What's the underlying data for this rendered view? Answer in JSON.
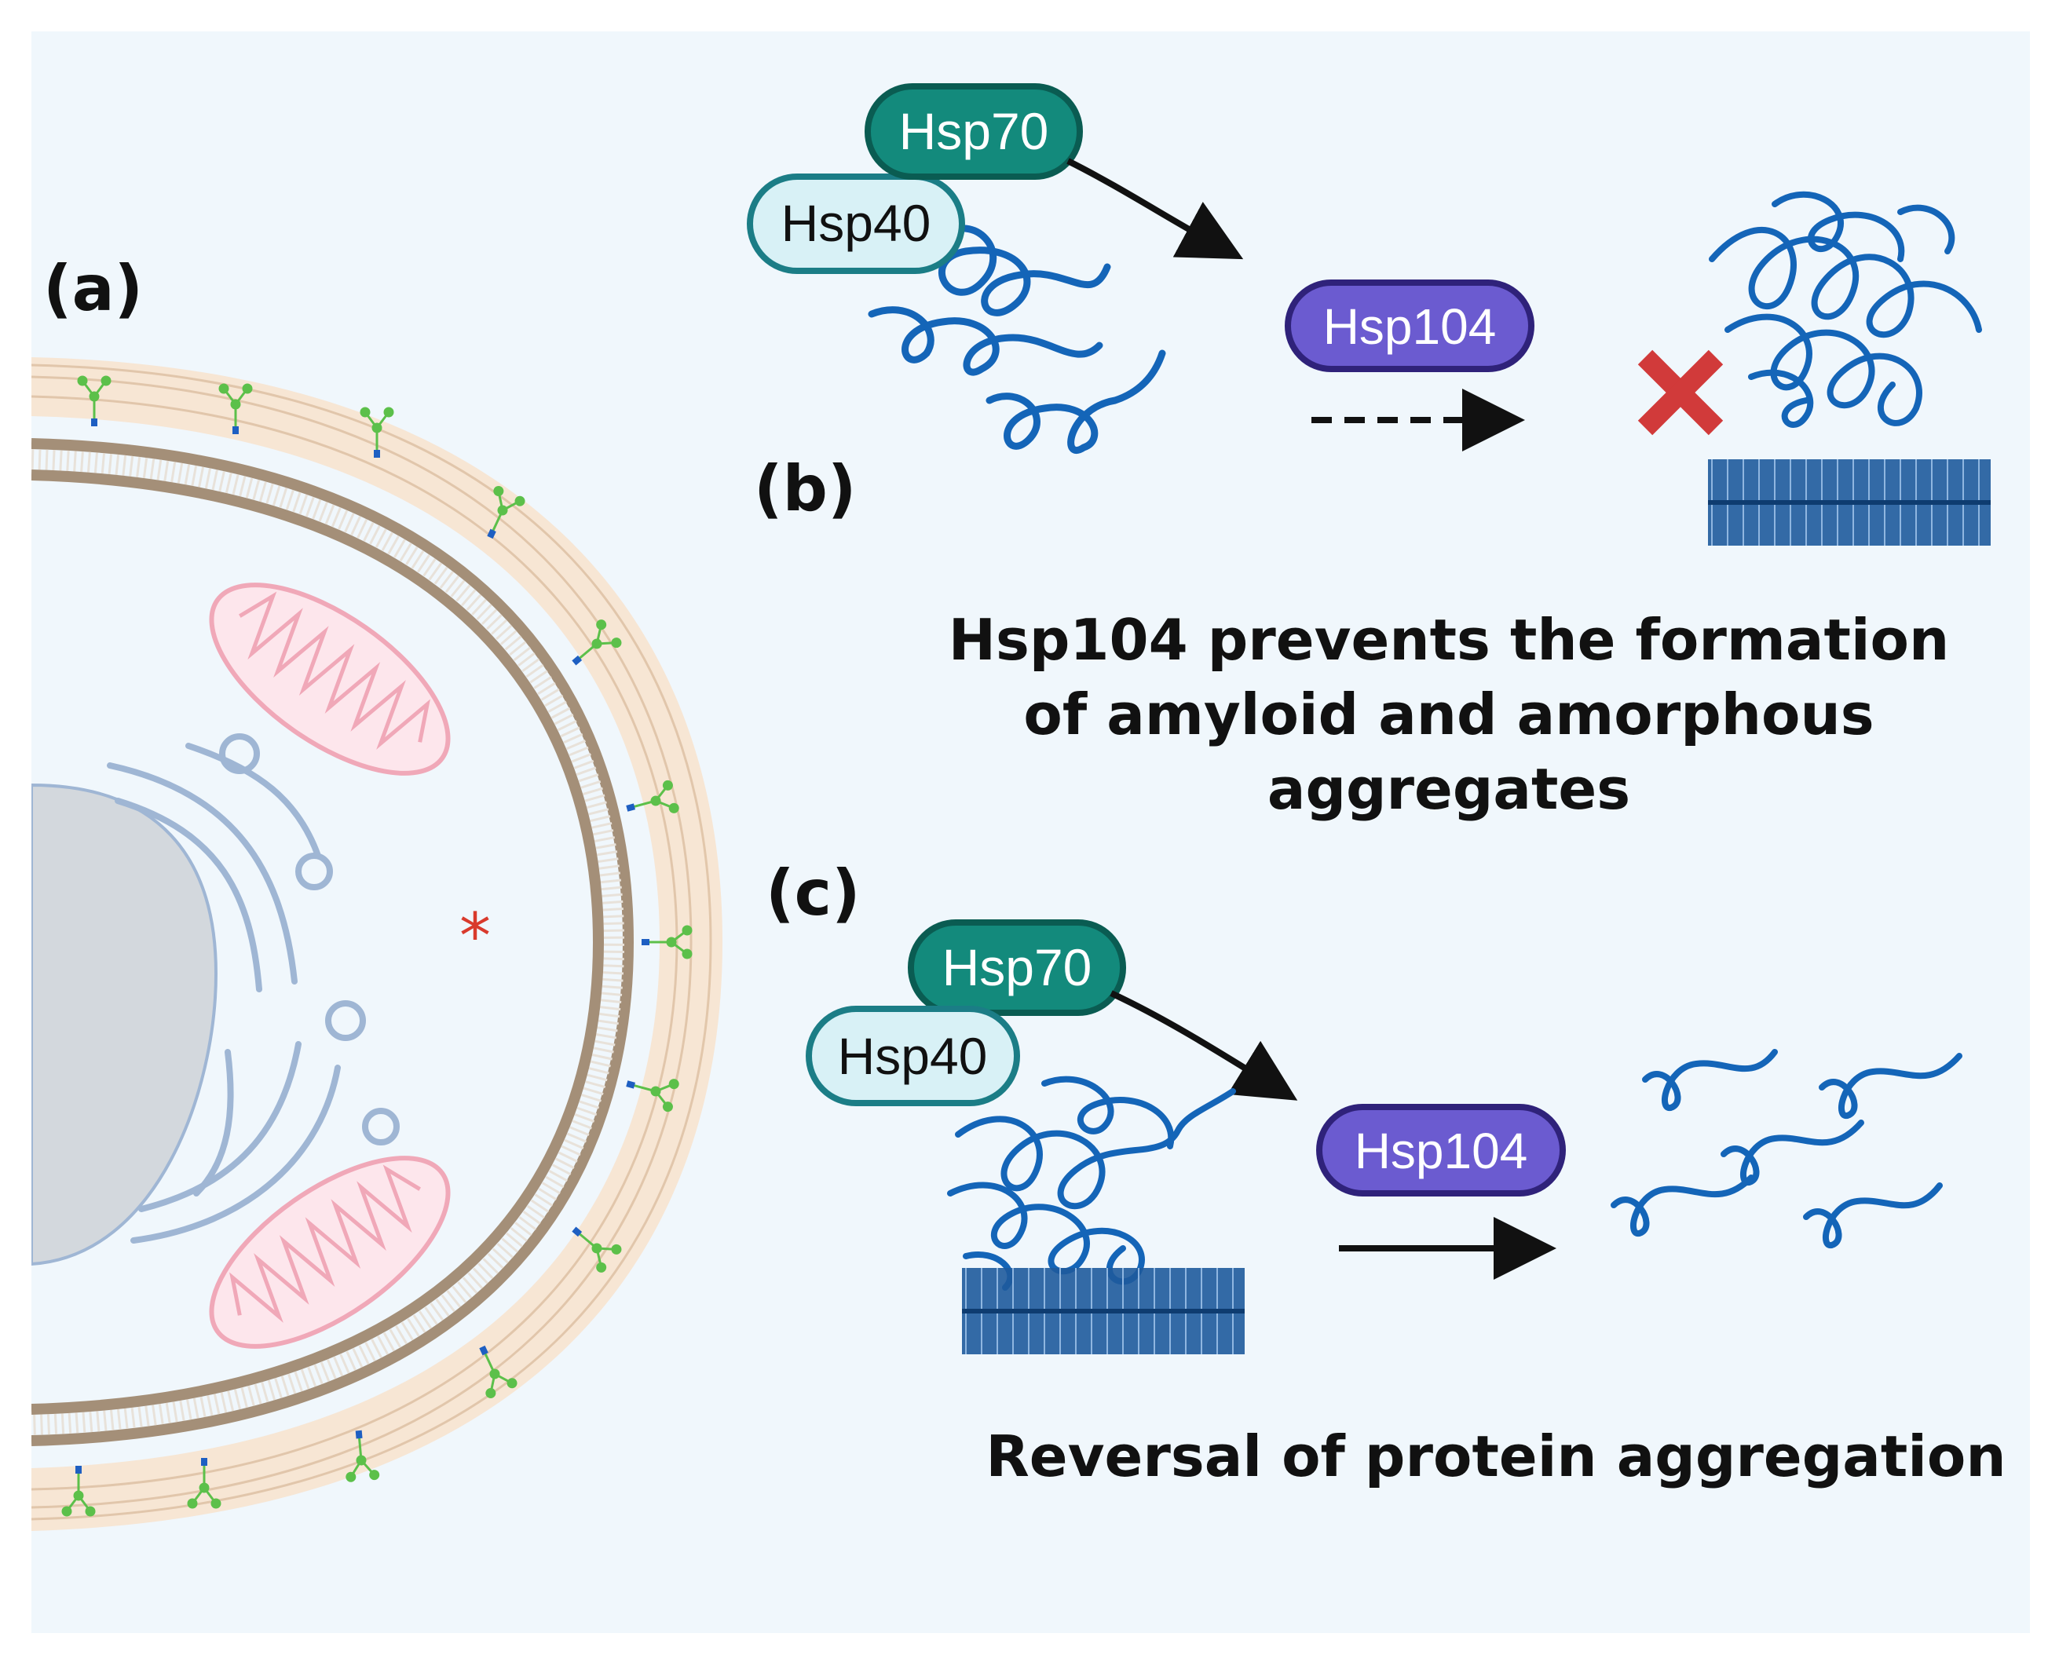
{
  "panels": {
    "a": {
      "label": "(a)",
      "marker": "*"
    },
    "b": {
      "label": "(b)",
      "hsp70": "Hsp70",
      "hsp40": "Hsp40",
      "hsp104": "Hsp104",
      "caption_lines": [
        "Hsp104 prevents the formation",
        "of amyloid and amorphous",
        "aggregates"
      ]
    },
    "c": {
      "label": "(c)",
      "hsp70": "Hsp70",
      "hsp40": "Hsp40",
      "hsp104": "Hsp104",
      "caption": "Reversal of protein aggregation"
    }
  },
  "colors": {
    "background": "#f0f7fc",
    "hsp70_fill": "#138a7c",
    "hsp70_stroke": "#0a5c52",
    "hsp40_fill": "#d8f1f6",
    "hsp40_stroke": "#1b7d86",
    "hsp104_fill": "#6b5bd0",
    "hsp104_stroke": "#2f227a",
    "protein": "#1465b8",
    "block_x": "#d13a3a",
    "marker": "#d93a2c",
    "mitochondria": "#f0a8b8",
    "golgi": "#9fb6d4",
    "nucleus": "#d3d8dd",
    "membrane": "#a48f78",
    "glycan": "#5cc04a",
    "cell_wall": "#f7e3cf"
  },
  "icons": [
    "red-x-icon",
    "arrow-icon",
    "dashed-arrow-icon",
    "amyloid-fibril-icon"
  ]
}
